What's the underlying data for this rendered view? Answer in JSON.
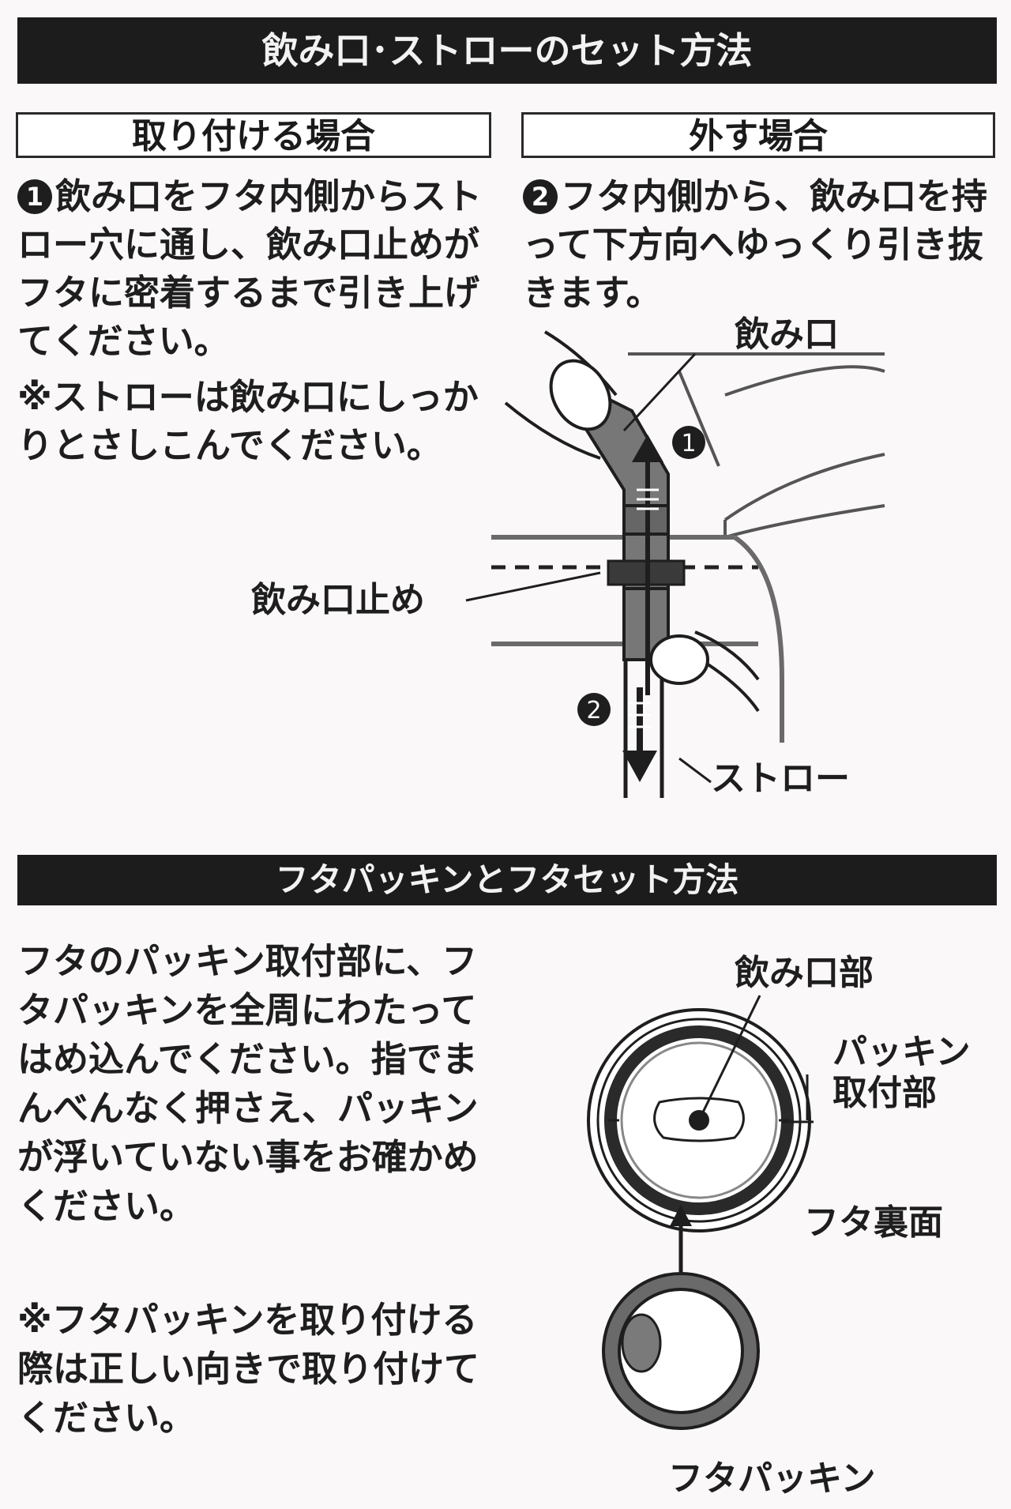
{
  "section1": {
    "title": "飲み口･ストローのセット方法",
    "attach": {
      "heading": "取り付ける場合",
      "step_number": "1",
      "step_text": "飲み口をフタ内側からストロー穴に通し、飲み口止めがフタに密着するまで引き上げてください。",
      "note": "※ストローは飲み口にしっかりとさしこんでください。"
    },
    "remove": {
      "heading": "外す場合",
      "step_number": "2",
      "step_text": "フタ内側から、飲み口を持って下方向へゆっくり引き抜きます。"
    },
    "diagram": {
      "label_mouthpiece": "飲み口",
      "label_stopper": "飲み口止め",
      "label_straw": "ストロー",
      "arrow_up_number": "1",
      "arrow_down_number": "2"
    }
  },
  "section2": {
    "title": "フタパッキンとフタセット方法",
    "steps_text": "フタのパッキン取付部に、フタパッキンを全周にわたってはめ込んでください。指でまんべんなく押さえ、パッキンが浮いていない事をお確かめください。",
    "note": "※フタパッキンを取り付ける際は正しい向きで取り付けてください。",
    "diagram": {
      "label_mouth_part": "飲み口部",
      "label_packing_mount": "パッキン\n取付部",
      "label_lid_back": "フタ裏面",
      "label_lid_packing": "フタパッキン"
    }
  }
}
